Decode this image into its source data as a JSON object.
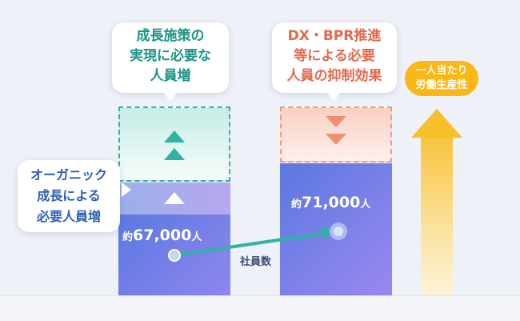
{
  "left_column": {
    "callout_growth_lines": [
      "成長施策の",
      "実現に必要な",
      "人員増"
    ],
    "callout_organic_lines": [
      "オーガニック",
      "成長による",
      "必要人員増"
    ],
    "value_prefix": "約",
    "value_number": "67,000",
    "value_suffix": "人"
  },
  "middle_column": {
    "callout_lines": [
      "DX・BPR推進",
      "等による必要",
      "人員の抑制効果"
    ],
    "value_prefix": "約",
    "value_number": "71,000",
    "value_suffix": "人"
  },
  "productivity": {
    "label_lines": [
      "一人当たり",
      "労働生産性"
    ]
  },
  "connector_label": "社員数",
  "colors": {
    "teal": "#2fb3a3",
    "salmon": "#f0906f",
    "blue": "#2d5fb9",
    "gold": "#f9b816",
    "bar_start": "#5a79e0",
    "bar_end": "#9b87f1"
  }
}
